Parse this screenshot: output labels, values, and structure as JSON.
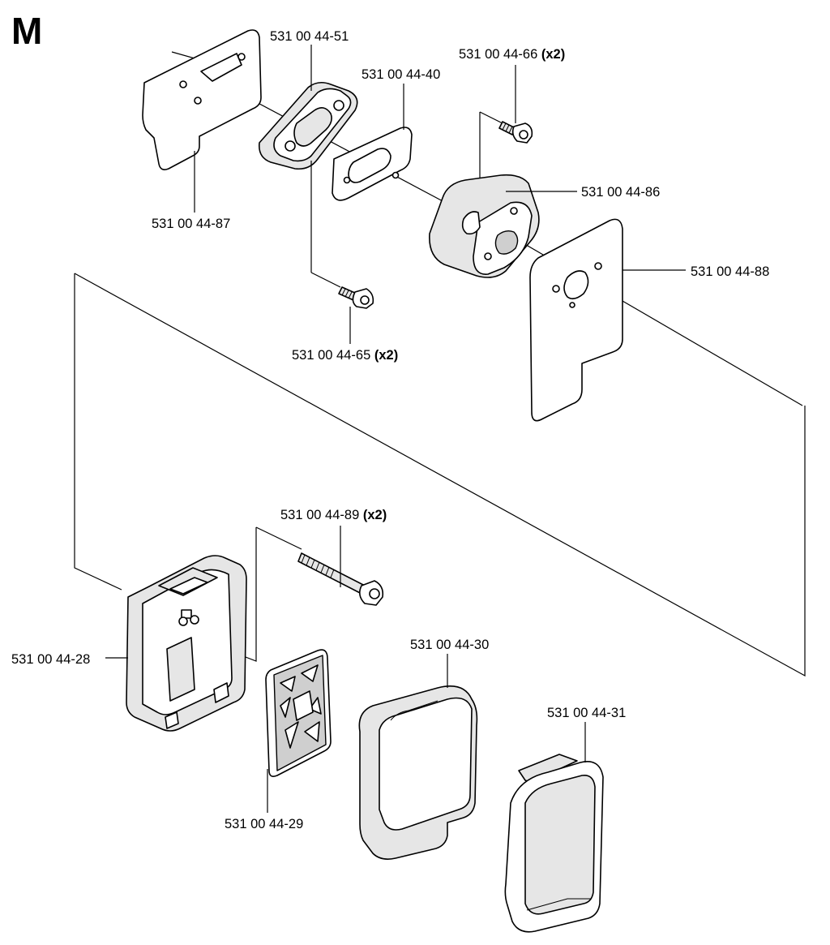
{
  "section_letter": "M",
  "quantity_marker": "(x2)",
  "parts": [
    {
      "number": "531 00 44-51"
    },
    {
      "number": "531 00 44-40"
    },
    {
      "number": "531 00 44-66",
      "qty": "(x2)"
    },
    {
      "number": "531 00 44-86"
    },
    {
      "number": "531 00 44-87"
    },
    {
      "number": "531 00 44-88"
    },
    {
      "number": "531 00 44-65",
      "qty": "(x2)"
    },
    {
      "number": "531 00 44-89",
      "qty": "(x2)"
    },
    {
      "number": "531 00 44-28"
    },
    {
      "number": "531 00 44-30"
    },
    {
      "number": "531 00 44-31"
    },
    {
      "number": "531 00 44-29"
    }
  ]
}
